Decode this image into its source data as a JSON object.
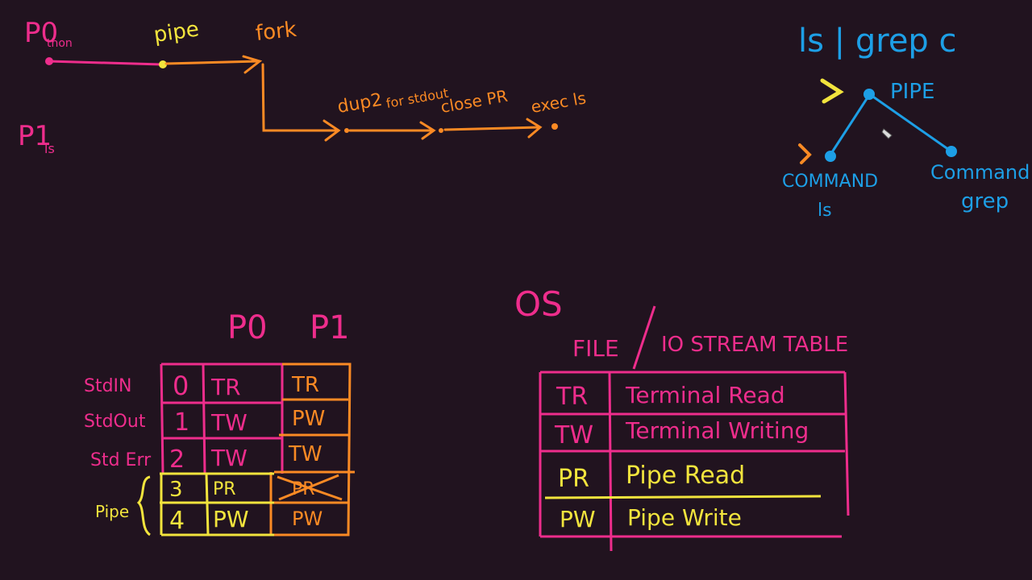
{
  "colors": {
    "background": "#21131f",
    "pink": "#ee2d8c",
    "orange": "#fb8a24",
    "yellow": "#f2e43d",
    "blue": "#1d9fe6"
  },
  "timeline": {
    "p0_label": "P0",
    "p0_sub": "thon",
    "p1_label": "P1",
    "p1_sub": "ls",
    "pipe": "pipe",
    "fork": "fork",
    "dup2": "dup2",
    "dup2_note": "for stdout",
    "close": "close PR",
    "exec": "exec ls"
  },
  "command_tree": {
    "command": "ls | grep c",
    "pipe_node": "PIPE",
    "left_label": "COMMAND",
    "left_sub": "ls",
    "right_label": "Command",
    "right_sub": "grep"
  },
  "fd_table": {
    "col_p0": "P0",
    "col_p1": "P1",
    "rows": [
      {
        "name": "StdIN",
        "fd": "0",
        "p0": "TR",
        "p1": "TR"
      },
      {
        "name": "StdOut",
        "fd": "1",
        "p0": "TW",
        "p1": "PW"
      },
      {
        "name": "Std Err",
        "fd": "2",
        "p0": "TW",
        "p1": "TW"
      },
      {
        "name": "",
        "fd": "3",
        "p0": "PR",
        "p1": "PR"
      },
      {
        "name": "",
        "fd": "4",
        "p0": "PW",
        "p1": "PW"
      }
    ],
    "pipe_group": "Pipe"
  },
  "os_table": {
    "os_label": "OS",
    "header_left": "FILE",
    "header_right": "IO STREAM TABLE",
    "rows": [
      {
        "code": "TR",
        "desc": "Terminal Read"
      },
      {
        "code": "TW",
        "desc": "Terminal Writing"
      },
      {
        "code": "PR",
        "desc": "Pipe Read"
      },
      {
        "code": "PW",
        "desc": "Pipe Write"
      }
    ]
  }
}
